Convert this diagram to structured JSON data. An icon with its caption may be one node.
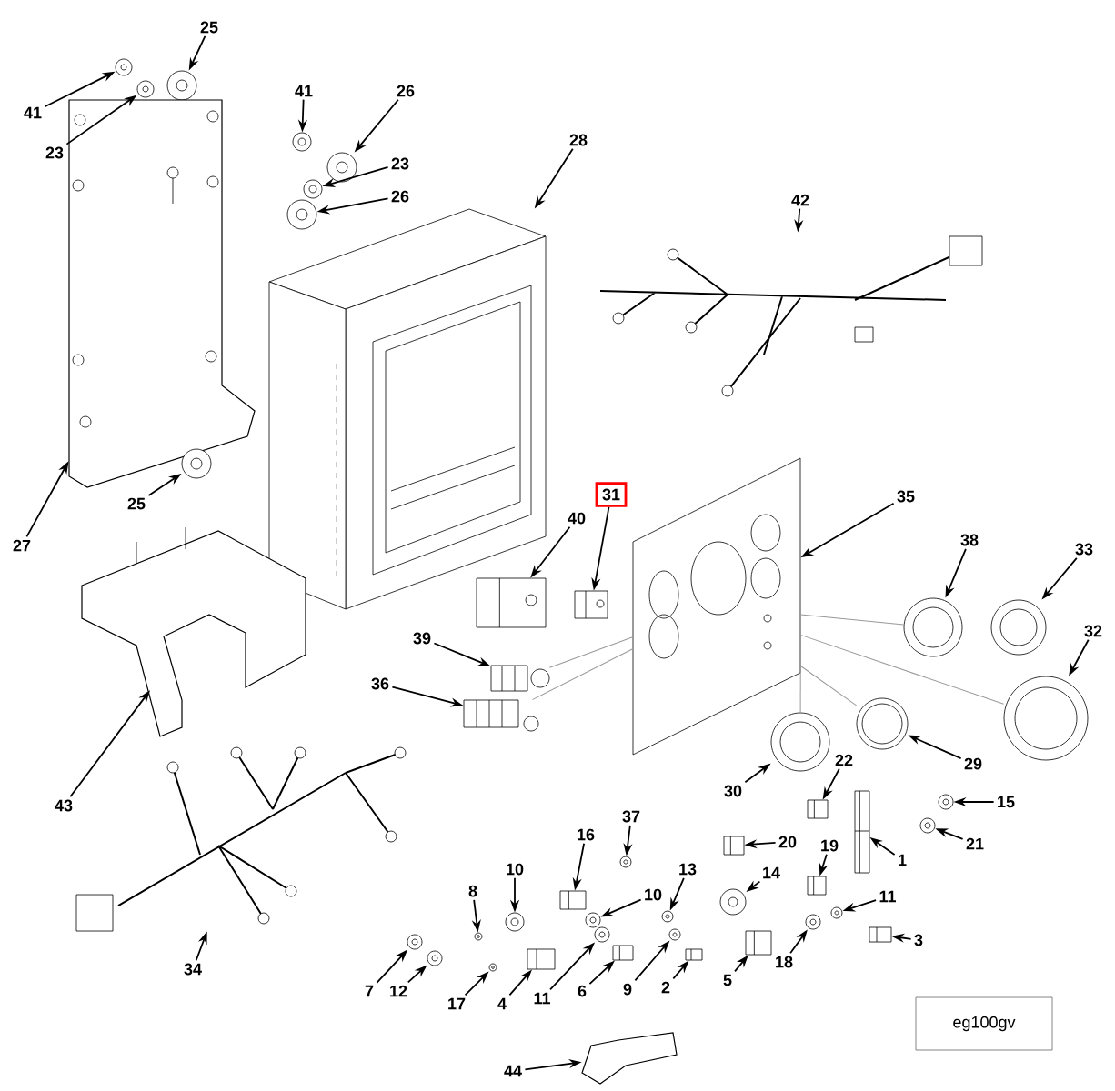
{
  "diagram": {
    "nodes": [
      {
        "text": [
          "25"
        ]
      },
      {
        "text": [
          "41"
        ]
      },
      {
        "text": [
          "23"
        ]
      },
      {
        "text": [
          "41"
        ]
      },
      {
        "text": [
          "26"
        ]
      },
      {
        "text": [
          "23"
        ]
      },
      {
        "text": [
          "26"
        ]
      },
      {
        "text": [
          "28"
        ]
      },
      {
        "text": [
          "42"
        ]
      },
      {
        "text": [
          "27"
        ]
      },
      {
        "text": [
          "25"
        ]
      },
      {
        "text": [
          "40"
        ]
      },
      {
        "text": [
          "31"
        ]
      },
      {
        "text": [
          "35"
        ]
      },
      {
        "text": [
          "38"
        ]
      },
      {
        "text": [
          "33"
        ]
      },
      {
        "text": [
          "32"
        ]
      },
      {
        "text": [
          "39"
        ]
      },
      {
        "text": [
          "36"
        ]
      },
      {
        "text": [
          "29"
        ]
      },
      {
        "text": [
          "30"
        ]
      },
      {
        "text": [
          "43"
        ]
      },
      {
        "text": [
          "22"
        ]
      },
      {
        "text": [
          "15"
        ]
      },
      {
        "text": [
          "37"
        ]
      },
      {
        "text": [
          "16"
        ]
      },
      {
        "text": [
          "20"
        ]
      },
      {
        "text": [
          "19"
        ]
      },
      {
        "text": [
          "1"
        ]
      },
      {
        "text": [
          "21"
        ]
      },
      {
        "text": [
          "10"
        ]
      },
      {
        "text": [
          "8"
        ]
      },
      {
        "text": [
          "10"
        ]
      },
      {
        "text": [
          "13"
        ]
      },
      {
        "text": [
          "14"
        ]
      },
      {
        "text": [
          "11"
        ]
      },
      {
        "text": [
          "3"
        ]
      },
      {
        "text": [
          "7"
        ]
      },
      {
        "text": [
          "12"
        ]
      },
      {
        "text": [
          "17"
        ]
      },
      {
        "text": [
          "4"
        ]
      },
      {
        "text": [
          "11"
        ]
      },
      {
        "text": [
          "6"
        ]
      },
      {
        "text": [
          "9"
        ]
      },
      {
        "text": [
          "2"
        ]
      },
      {
        "text": [
          "5"
        ]
      },
      {
        "text": [
          "18"
        ]
      },
      {
        "text": [
          "34"
        ]
      },
      {
        "text": [
          "44"
        ]
      },
      {
        "text": [
          "eg100gv"
        ]
      },
      {
        "text": [],
        "shape": "picture"
      },
      {
        "text": [],
        "shape": "picture"
      },
      {
        "text": [],
        "shape": "picture"
      },
      {
        "text": [],
        "shape": "picture"
      },
      {
        "text": [],
        "shape": "picture"
      },
      {
        "text": [],
        "shape": "picture"
      },
      {
        "text": [],
        "shape": "picture"
      },
      {
        "text": [],
        "shape": "picture"
      },
      {
        "text": [],
        "shape": "picture"
      },
      {
        "text": [],
        "shape": "picture"
      },
      {
        "text": [],
        "shape": "picture"
      },
      {
        "text": [],
        "shape": "picture"
      },
      {
        "text": [],
        "shape": "picture"
      },
      {
        "text": [],
        "shape": "picture"
      },
      {
        "text": [],
        "shape": "picture"
      },
      {
        "text": [],
        "shape": "picture"
      },
      {
        "text": [],
        "shape": "picture"
      },
      {
        "text": [],
        "shape": "picture"
      },
      {
        "text": [],
        "shape": "picture"
      },
      {
        "text": [],
        "shape": "picture"
      },
      {
        "text": [],
        "shape": "picture"
      },
      {
        "text": [],
        "shape": "picture"
      },
      {
        "text": [],
        "shape": "picture"
      },
      {
        "text": [],
        "shape": "picture"
      },
      {
        "text": [],
        "shape": "picture"
      },
      {
        "text": [],
        "shape": "picture"
      },
      {
        "text": [],
        "shape": "picture"
      },
      {
        "text": [],
        "shape": "picture"
      },
      {
        "text": [],
        "shape": "picture"
      },
      {
        "text": [],
        "shape": "picture"
      },
      {
        "text": [],
        "shape": "picture"
      },
      {
        "text": [],
        "shape": "picture"
      },
      {
        "text": [],
        "shape": "picture"
      },
      {
        "text": [],
        "shape": "picture"
      },
      {
        "text": [],
        "shape": "picture"
      },
      {
        "text": [],
        "shape": "picture"
      },
      {
        "text": [],
        "shape": "picture"
      },
      {
        "text": [],
        "shape": "picture"
      },
      {
        "text": [],
        "shape": "picture"
      },
      {
        "text": [],
        "shape": "picture"
      },
      {
        "text": [],
        "shape": "picture"
      },
      {
        "text": [],
        "shape": "picture"
      },
      {
        "text": [],
        "shape": "picture"
      },
      {
        "text": [],
        "shape": "picture"
      },
      {
        "text": [],
        "shape": "picture"
      },
      {
        "text": [],
        "shape": "picture"
      },
      {
        "text": [],
        "shape": "picture"
      },
      {
        "text": [],
        "shape": "picture"
      },
      {
        "text": [],
        "shape": "picture"
      }
    ],
    "edges": [
      {
        "from": 0,
        "to": 50,
        "arrow": "to"
      },
      {
        "from": 1,
        "to": 51,
        "arrow": "to"
      },
      {
        "from": 2,
        "to": 52,
        "arrow": "to"
      },
      {
        "from": 3,
        "to": 53,
        "arrow": "to"
      },
      {
        "from": 4,
        "to": 54,
        "arrow": "to"
      },
      {
        "from": 5,
        "to": 55,
        "arrow": "to"
      },
      {
        "from": 6,
        "to": 56,
        "arrow": "to"
      },
      {
        "from": 7,
        "to": 57,
        "arrow": "to"
      },
      {
        "from": 8,
        "to": 58,
        "arrow": "to"
      },
      {
        "from": 9,
        "to": 59,
        "arrow": "to"
      },
      {
        "from": 10,
        "to": 60,
        "arrow": "to"
      },
      {
        "from": 11,
        "to": 61,
        "arrow": "to"
      },
      {
        "from": 12,
        "to": 62,
        "arrow": "to"
      },
      {
        "from": 13,
        "to": 63,
        "arrow": "to"
      },
      {
        "from": 14,
        "to": 64,
        "arrow": "to"
      },
      {
        "from": 15,
        "to": 65,
        "arrow": "to"
      },
      {
        "from": 16,
        "to": 66,
        "arrow": "to"
      },
      {
        "from": 17,
        "to": 67,
        "arrow": "to"
      },
      {
        "from": 18,
        "to": 68,
        "arrow": "to"
      },
      {
        "from": 19,
        "to": 69,
        "arrow": "to"
      },
      {
        "from": 20,
        "to": 70,
        "arrow": "to"
      },
      {
        "from": 21,
        "to": 71,
        "arrow": "to"
      },
      {
        "from": 22,
        "to": 72,
        "arrow": "to"
      },
      {
        "from": 23,
        "to": 73,
        "arrow": "to"
      },
      {
        "from": 24,
        "to": 74,
        "arrow": "to"
      },
      {
        "from": 25,
        "to": 75,
        "arrow": "to"
      },
      {
        "from": 26,
        "to": 76,
        "arrow": "to"
      },
      {
        "from": 27,
        "to": 77,
        "arrow": "to"
      },
      {
        "from": 28,
        "to": 78,
        "arrow": "to"
      },
      {
        "from": 29,
        "to": 79,
        "arrow": "to"
      },
      {
        "from": 30,
        "to": 80,
        "arrow": "to"
      },
      {
        "from": 31,
        "to": 81,
        "arrow": "to"
      },
      {
        "from": 32,
        "to": 82,
        "arrow": "to"
      },
      {
        "from": 33,
        "to": 83,
        "arrow": "to"
      },
      {
        "from": 34,
        "to": 84,
        "arrow": "to"
      },
      {
        "from": 35,
        "to": 85,
        "arrow": "to"
      },
      {
        "from": 36,
        "to": 86,
        "arrow": "to"
      },
      {
        "from": 37,
        "to": 87,
        "arrow": "to"
      },
      {
        "from": 38,
        "to": 88,
        "arrow": "to"
      },
      {
        "from": 39,
        "to": 89,
        "arrow": "to"
      },
      {
        "from": 40,
        "to": 90,
        "arrow": "to"
      },
      {
        "from": 41,
        "to": 91,
        "arrow": "to"
      },
      {
        "from": 42,
        "to": 92,
        "arrow": "to"
      },
      {
        "from": 43,
        "to": 93,
        "arrow": "to"
      },
      {
        "from": 44,
        "to": 94,
        "arrow": "to"
      },
      {
        "from": 45,
        "to": 95,
        "arrow": "to"
      },
      {
        "from": 46,
        "to": 96,
        "arrow": "to"
      },
      {
        "from": 47,
        "to": 97,
        "arrow": "to"
      },
      {
        "from": 48,
        "to": 98,
        "arrow": "to"
      },
      {
        "from": 63,
        "to": 64,
        "arrow": "none",
        "color": "#999999"
      },
      {
        "from": 63,
        "to": 66,
        "arrow": "none",
        "color": "#999999"
      },
      {
        "from": 63,
        "to": 69,
        "arrow": "none",
        "color": "#999999"
      },
      {
        "from": 63,
        "to": 70,
        "arrow": "none",
        "color": "#999999"
      },
      {
        "from": 63,
        "to": 67,
        "arrow": "none",
        "color": "#999999"
      },
      {
        "from": 63,
        "to": 68,
        "arrow": "none",
        "color": "#999999"
      }
    ]
  }
}
